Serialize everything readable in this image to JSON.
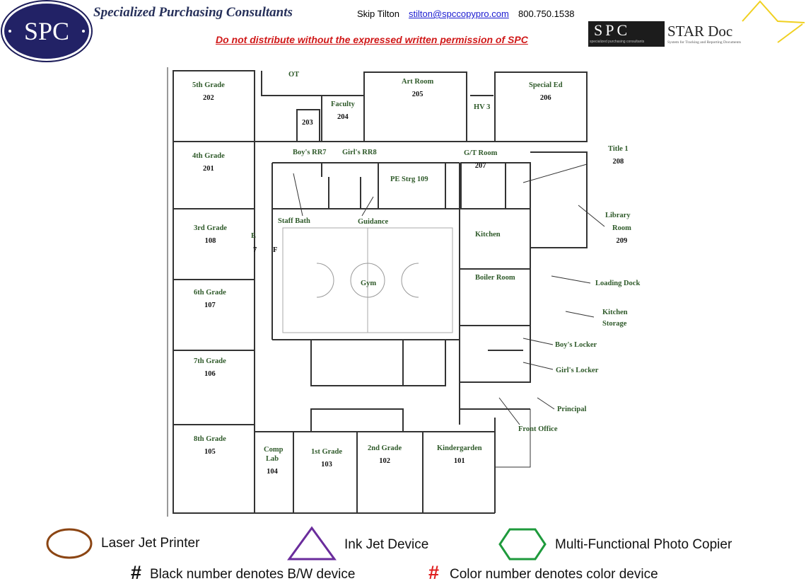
{
  "header": {
    "logo_text": "SPC",
    "company": "Specialized Purchasing Consultants",
    "contact_name": "Skip Tilton",
    "email": "stilton@spccopypro.com",
    "phone": "800.750.1538",
    "warning": "Do not distribute without the expressed written permission of SPC",
    "star_logo_spc": "SPC",
    "star_logo_title": "STAR Doc",
    "star_logo_sub1": "specialized purchasing consultants",
    "star_logo_sub2": "System for Tracking and Reporting Documents"
  },
  "rooms": [
    {
      "name": "5th Grade",
      "number": "202"
    },
    {
      "name": "4th Grade",
      "number": "201"
    },
    {
      "name": "3rd Grade",
      "number": "108"
    },
    {
      "name": "6th Grade",
      "number": "107"
    },
    {
      "name": "7th Grade",
      "number": "106"
    },
    {
      "name": "8th Grade",
      "number": "105"
    },
    {
      "name": "OT",
      "number": ""
    },
    {
      "name": "",
      "number": "203"
    },
    {
      "name": "Faculty",
      "number": "204"
    },
    {
      "name": "Art Room",
      "number": "205"
    },
    {
      "name": "HV 3",
      "number": ""
    },
    {
      "name": "Special Ed",
      "number": "206"
    },
    {
      "name": "Title 1",
      "number": "208"
    },
    {
      "name": "Boy's RR7",
      "number": ""
    },
    {
      "name": "Girl's RR8",
      "number": ""
    },
    {
      "name": "PE Strg 109",
      "number": ""
    },
    {
      "name": "G/T Room",
      "number": "207"
    },
    {
      "name": "Staff Bath",
      "number": ""
    },
    {
      "name": "Guidance",
      "number": ""
    },
    {
      "name": "Library",
      "number": ""
    },
    {
      "name": "Room",
      "number": "209"
    },
    {
      "name": "Kitchen",
      "number": ""
    },
    {
      "name": "Gym",
      "number": ""
    },
    {
      "name": "Boiler Room",
      "number": ""
    },
    {
      "name": "Loading Dock",
      "number": ""
    },
    {
      "name": "Kitchen",
      "number": ""
    },
    {
      "name": "Storage",
      "number": ""
    },
    {
      "name": "Boy's Locker",
      "number": ""
    },
    {
      "name": "Girl's Locker",
      "number": ""
    },
    {
      "name": "Principal",
      "number": ""
    },
    {
      "name": "Front Office",
      "number": ""
    },
    {
      "name": "Comp",
      "number": ""
    },
    {
      "name": "Lab",
      "number": "104"
    },
    {
      "name": "1st Grade",
      "number": "103"
    },
    {
      "name": "2nd Grade",
      "number": "102"
    },
    {
      "name": "Kindergarden",
      "number": "101"
    }
  ],
  "fragments": {
    "e": "E",
    "seven": "7",
    "f": "F"
  },
  "legend": {
    "laser": "Laser Jet Printer",
    "inkjet": "Ink Jet Device",
    "mfp": "Multi-Functional Photo Copier",
    "hash": "#",
    "bw": "Black number denotes B/W device",
    "color": "Color number denotes color device",
    "colors": {
      "laser": "#8b4513",
      "inkjet": "#6a2c9c",
      "mfp": "#1e9a3c",
      "color_hash": "#e02020"
    }
  }
}
